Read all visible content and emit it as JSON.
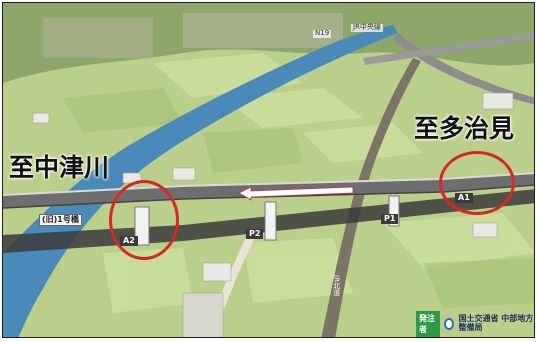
{
  "labels": {
    "destination_left": "至中津川",
    "destination_right": "至多治見",
    "pier_p1": "P1",
    "pier_p2": "P2",
    "abutment_a1": "A1",
    "abutment_a2": "A2",
    "sign_left": "(旧)1号橋",
    "top_sign_1": "N19",
    "top_sign_2": "JR中央線",
    "river_label": "JR北道",
    "credit_badge": "発注者",
    "credit_org": "国土交通省 中部地方整備局"
  },
  "colors": {
    "ring": "#d42a23",
    "bridge_deck": "#6e6e6e",
    "river": "#4a8ab8",
    "field": "#b9cf8a"
  },
  "icons": {
    "direction_arrow": "arrow-left-icon",
    "credit_logo": "ministry-logo-icon"
  }
}
